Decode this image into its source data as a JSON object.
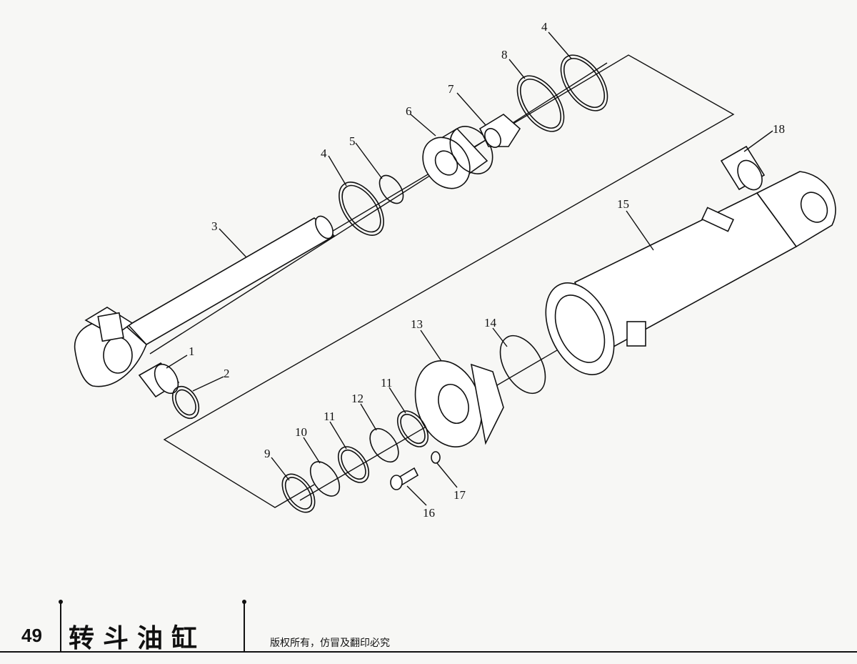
{
  "page": {
    "number": "49",
    "title": "转斗油缸",
    "copyright": "版权所有，仿冒及翻印必究"
  },
  "callouts": {
    "c1": "1",
    "c2": "2",
    "c3": "3",
    "c4a": "4",
    "c4b": "4",
    "c5": "5",
    "c6": "6",
    "c7": "7",
    "c8": "8",
    "c9": "9",
    "c10": "10",
    "c11a": "11",
    "c11b": "11",
    "c12": "12",
    "c13": "13",
    "c14": "14",
    "c15": "15",
    "c16": "16",
    "c17": "17",
    "c18": "18"
  }
}
